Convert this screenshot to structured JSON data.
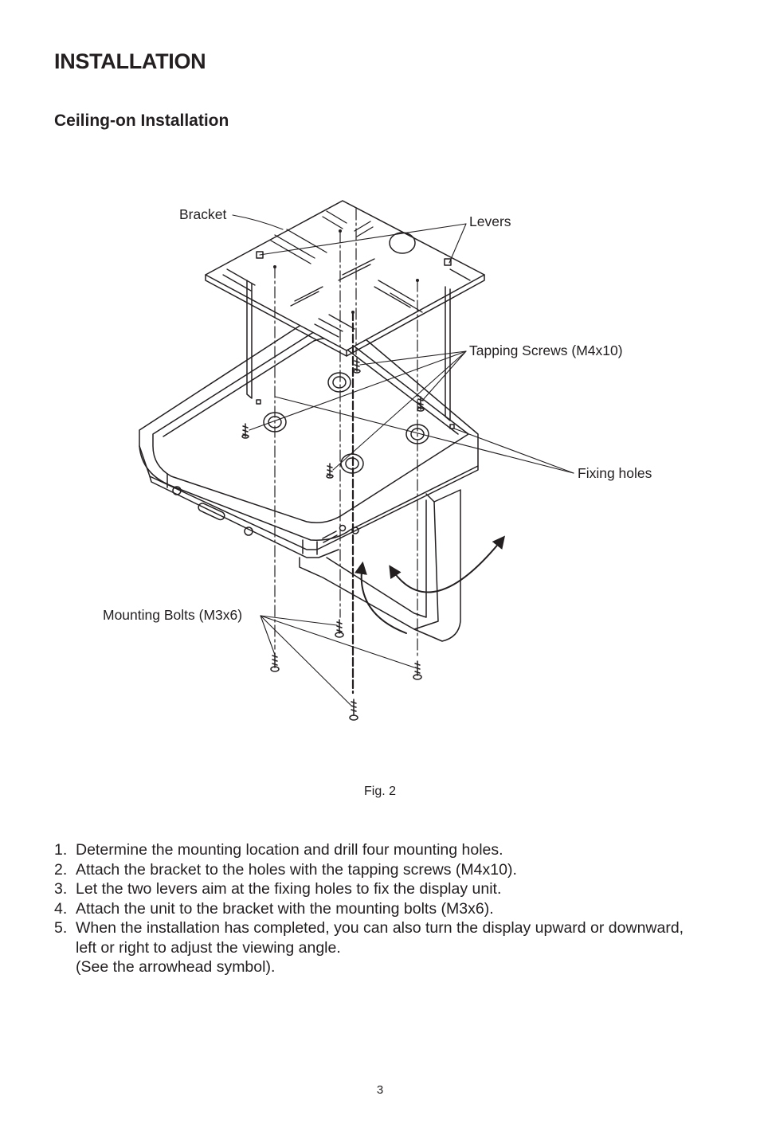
{
  "header": {
    "title": "INSTALLATION",
    "subtitle": "Ceiling-on Installation"
  },
  "figure": {
    "labels": {
      "bracket": "Bracket",
      "levers": "Levers",
      "tapping_screws": "Tapping Screws (M4x10)",
      "fixing_holes": "Fixing holes",
      "mounting_bolts": "Mounting Bolts (M3x6)"
    },
    "caption": "Fig. 2"
  },
  "steps": [
    {
      "num": "1.",
      "text": "Determine the mounting location and drill four mounting holes."
    },
    {
      "num": "2.",
      "text": "Attach the bracket to the holes with the tapping screws (M4x10)."
    },
    {
      "num": "3.",
      "text": "Let the two levers aim at the fixing holes to fix the display unit."
    },
    {
      "num": "4.",
      "text": "Attach the unit to the bracket with the mounting bolts (M3x6)."
    },
    {
      "num": "5.",
      "text": "When the installation has completed, you can also turn the display upward or downward, left or right to adjust the viewing angle.",
      "text2": "(See the arrowhead symbol)."
    }
  ],
  "page_number": "3"
}
